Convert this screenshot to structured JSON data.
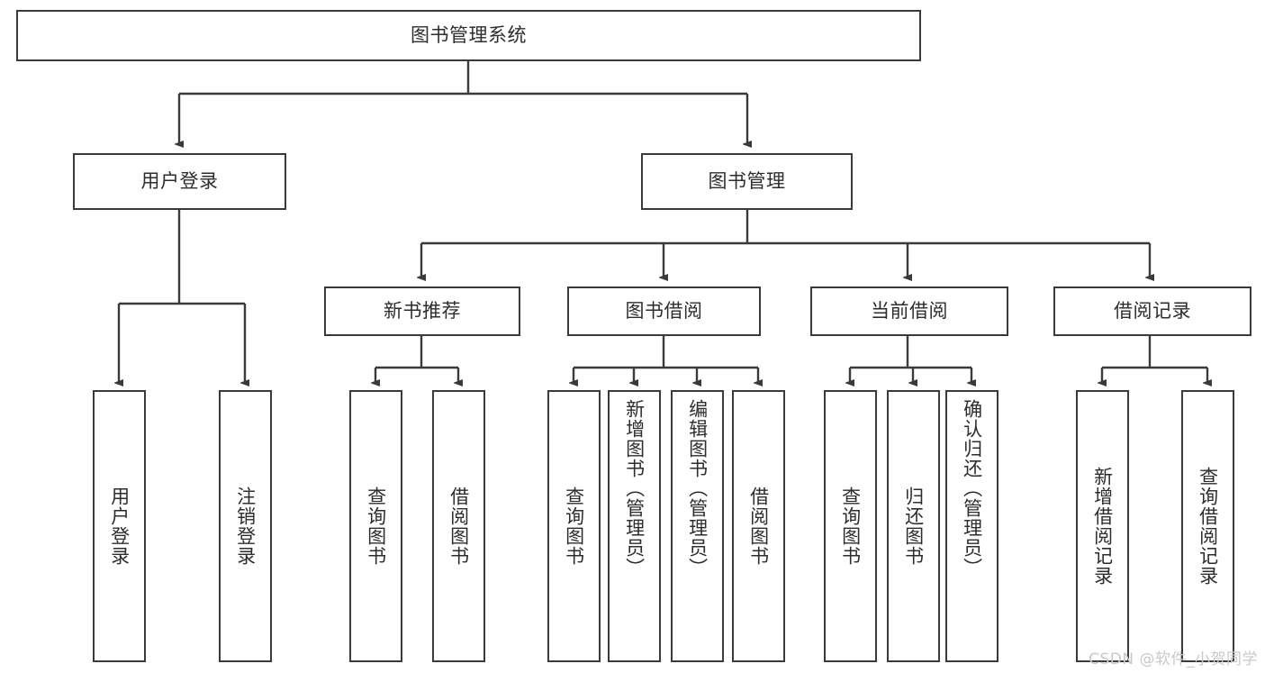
{
  "diagram": {
    "title_node": {
      "label": "图书管理系统"
    },
    "level2": [
      {
        "id": "user-login",
        "label": "用户登录"
      },
      {
        "id": "book-management",
        "label": "图书管理"
      }
    ],
    "level3": [
      {
        "id": "new-book-recommendation",
        "label": "新书推荐"
      },
      {
        "id": "book-borrow",
        "label": "图书借阅"
      },
      {
        "id": "current-borrow",
        "label": "当前借阅"
      },
      {
        "id": "borrow-record",
        "label": "借阅记录"
      }
    ],
    "leaves": [
      {
        "id": "leaf-user-login",
        "label": "用户登录"
      },
      {
        "id": "leaf-logout-login",
        "label": "注销登录"
      },
      {
        "id": "leaf-query-book-1",
        "label": "查询图书"
      },
      {
        "id": "leaf-borrow-book-1",
        "label": "借阅图书"
      },
      {
        "id": "leaf-query-book-2",
        "label": "查询图书"
      },
      {
        "id": "leaf-add-book",
        "label": "新增图书（管理员）"
      },
      {
        "id": "leaf-edit-book",
        "label": "编辑图书（管理员）"
      },
      {
        "id": "leaf-borrow-book-2",
        "label": "借阅图书"
      },
      {
        "id": "leaf-query-book-3",
        "label": "查询图书"
      },
      {
        "id": "leaf-return-book",
        "label": "归还图书"
      },
      {
        "id": "leaf-confirm-return",
        "label": "确认归还（管理员）"
      },
      {
        "id": "leaf-add-borrow-record",
        "label": "新增借阅记录"
      },
      {
        "id": "leaf-query-borrow-record",
        "label": "查询借阅记录"
      }
    ],
    "colors": {
      "border": "#3a3a3a",
      "text": "#2d2d2d",
      "background": "#ffffff",
      "watermark": "#c9c9c9"
    }
  },
  "watermark": {
    "text": "CSDN @软件_小贺同学"
  }
}
